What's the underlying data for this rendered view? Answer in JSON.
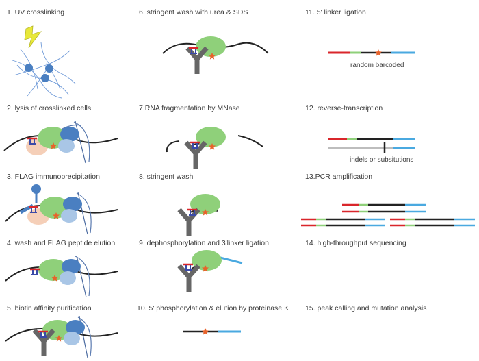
{
  "steps": [
    {
      "label": "1. UV crosslinking"
    },
    {
      "label": "2. lysis of crosslinked cells"
    },
    {
      "label": "3. FLAG immunoprecipitation"
    },
    {
      "label": "4. wash and FLAG peptide elution"
    },
    {
      "label": "5. biotin affinity purification"
    },
    {
      "label": "6. stringent wash with urea & SDS"
    },
    {
      "label": "7.RNA fragmentation by MNase"
    },
    {
      "label": "8. stringent wash"
    },
    {
      "label": "9. dephosphorylation and 3'linker ligation"
    },
    {
      "label": "10. 5' phosphorylation & elution by proteinase K"
    },
    {
      "label": "11. 5' linker ligation"
    },
    {
      "label": "12. reverse-transcription"
    },
    {
      "label": "13.PCR amplification"
    },
    {
      "label": "14. high-throughput sequencing"
    },
    {
      "label": "15. peak calling and mutation analysis"
    }
  ],
  "notes": {
    "barcode": "random  barcoded",
    "indels": "indels or subsitutions"
  },
  "colors": {
    "rna": "#222222",
    "antibody": "#666666",
    "protein_green": "#8fd07a",
    "protein_blue": "#4a7fc1",
    "protein_lightblue": "#a9c6e6",
    "protein_peach": "#f5cfb8",
    "crosslink_star": "#e8622a",
    "linker_3": "#4aa9e0",
    "linker_5": "#d9262b",
    "barcode_green": "#8fd07a",
    "cdna_gray": "#bdbdbd",
    "cell_lines": "#6f9ad8",
    "uv_bolt": "#e8e83a",
    "biotin_tag": "#d9262b",
    "flag_tag": "#3b4aa8"
  },
  "icons": [
    "lightning-bolt-icon",
    "antibody-icon",
    "crosslink-star-icon"
  ]
}
